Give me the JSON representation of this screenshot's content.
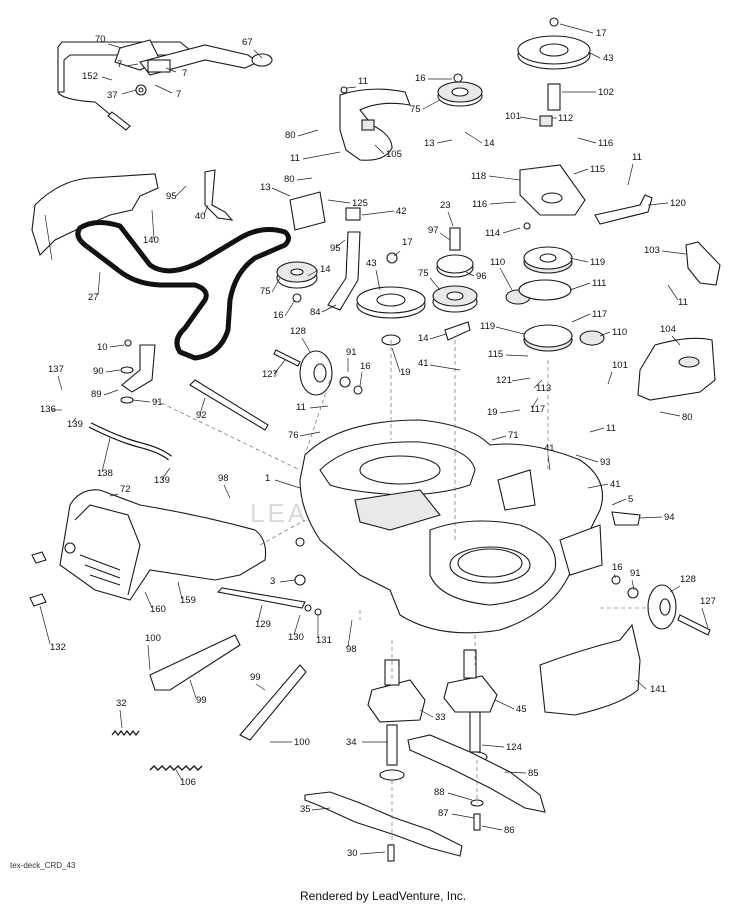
{
  "diagram": {
    "watermark": "LEADVENTURE",
    "drawing_code": "tex-deck_CRD_43",
    "credit": "Rendered by LeadVenture, Inc.",
    "callouts": [
      {
        "id": "c70",
        "label": "70"
      },
      {
        "id": "c67",
        "label": "67"
      },
      {
        "id": "c7a",
        "label": "7"
      },
      {
        "id": "c7b",
        "label": "7"
      },
      {
        "id": "c152",
        "label": "152"
      },
      {
        "id": "c37",
        "label": "37"
      },
      {
        "id": "c7c",
        "label": "7"
      },
      {
        "id": "c11a",
        "label": "11"
      },
      {
        "id": "c16a",
        "label": "16"
      },
      {
        "id": "c75a",
        "label": "75"
      },
      {
        "id": "c17a",
        "label": "17"
      },
      {
        "id": "c43a",
        "label": "43"
      },
      {
        "id": "c102",
        "label": "102"
      },
      {
        "id": "c101a",
        "label": "101"
      },
      {
        "id": "c112",
        "label": "112"
      },
      {
        "id": "c116a",
        "label": "116"
      },
      {
        "id": "c80a",
        "label": "80"
      },
      {
        "id": "c105",
        "label": "105"
      },
      {
        "id": "c11b",
        "label": "11"
      },
      {
        "id": "c14a",
        "label": "14"
      },
      {
        "id": "c13a",
        "label": "13"
      },
      {
        "id": "c118",
        "label": "118"
      },
      {
        "id": "c115a",
        "label": "115"
      },
      {
        "id": "c11c",
        "label": "11"
      },
      {
        "id": "c116b",
        "label": "116"
      },
      {
        "id": "c120",
        "label": "120"
      },
      {
        "id": "c95a",
        "label": "95"
      },
      {
        "id": "c80b",
        "label": "80"
      },
      {
        "id": "c13b",
        "label": "13"
      },
      {
        "id": "c125",
        "label": "125"
      },
      {
        "id": "c40",
        "label": "40"
      },
      {
        "id": "c42",
        "label": "42"
      },
      {
        "id": "c23",
        "label": "23"
      },
      {
        "id": "c114",
        "label": "114"
      },
      {
        "id": "c140",
        "label": "140"
      },
      {
        "id": "c95b",
        "label": "95"
      },
      {
        "id": "c17b",
        "label": "17"
      },
      {
        "id": "c97",
        "label": "97"
      },
      {
        "id": "c103",
        "label": "103"
      },
      {
        "id": "c27",
        "label": "27"
      },
      {
        "id": "c43b",
        "label": "43"
      },
      {
        "id": "c75b",
        "label": "75"
      },
      {
        "id": "c96",
        "label": "96"
      },
      {
        "id": "c110a",
        "label": "110"
      },
      {
        "id": "c119a",
        "label": "119"
      },
      {
        "id": "c14b",
        "label": "14"
      },
      {
        "id": "c75c",
        "label": "75"
      },
      {
        "id": "c111",
        "label": "111"
      },
      {
        "id": "c16b",
        "label": "16"
      },
      {
        "id": "c84",
        "label": "84"
      },
      {
        "id": "c117a",
        "label": "117"
      },
      {
        "id": "c11d",
        "label": "11"
      },
      {
        "id": "c128a",
        "label": "128"
      },
      {
        "id": "c14c",
        "label": "14"
      },
      {
        "id": "c119b",
        "label": "119"
      },
      {
        "id": "c110b",
        "label": "110"
      },
      {
        "id": "c104",
        "label": "104"
      },
      {
        "id": "c10",
        "label": "10"
      },
      {
        "id": "c91a",
        "label": "91"
      },
      {
        "id": "c115b",
        "label": "115"
      },
      {
        "id": "c41a",
        "label": "41"
      },
      {
        "id": "c137",
        "label": "137"
      },
      {
        "id": "c90",
        "label": "90"
      },
      {
        "id": "c127a",
        "label": "127"
      },
      {
        "id": "c16c",
        "label": "16"
      },
      {
        "id": "c19a",
        "label": "19"
      },
      {
        "id": "c101b",
        "label": "101"
      },
      {
        "id": "c89",
        "label": "89"
      },
      {
        "id": "c91b",
        "label": "91"
      },
      {
        "id": "c121",
        "label": "121"
      },
      {
        "id": "c113",
        "label": "113"
      },
      {
        "id": "c136",
        "label": "136"
      },
      {
        "id": "c92",
        "label": "92"
      },
      {
        "id": "c11e",
        "label": "11"
      },
      {
        "id": "c19b",
        "label": "19"
      },
      {
        "id": "c117b",
        "label": "117"
      },
      {
        "id": "c80c",
        "label": "80"
      },
      {
        "id": "c139a",
        "label": "139"
      },
      {
        "id": "c76",
        "label": "76"
      },
      {
        "id": "c71",
        "label": "71"
      },
      {
        "id": "c11f",
        "label": "11"
      },
      {
        "id": "c138",
        "label": "138"
      },
      {
        "id": "c41b",
        "label": "41"
      },
      {
        "id": "c93",
        "label": "93"
      },
      {
        "id": "c139b",
        "label": "139"
      },
      {
        "id": "c98a",
        "label": "98"
      },
      {
        "id": "c1",
        "label": "1"
      },
      {
        "id": "c41c",
        "label": "41"
      },
      {
        "id": "c72",
        "label": "72"
      },
      {
        "id": "c5",
        "label": "5"
      },
      {
        "id": "c94",
        "label": "94"
      },
      {
        "id": "c3",
        "label": "3"
      },
      {
        "id": "c16d",
        "label": "16"
      },
      {
        "id": "c91c",
        "label": "91"
      },
      {
        "id": "c128b",
        "label": "128"
      },
      {
        "id": "c160",
        "label": "160"
      },
      {
        "id": "c159",
        "label": "159"
      },
      {
        "id": "c127b",
        "label": "127"
      },
      {
        "id": "c129",
        "label": "129"
      },
      {
        "id": "c131",
        "label": "131"
      },
      {
        "id": "c130",
        "label": "130"
      },
      {
        "id": "c98b",
        "label": "98"
      },
      {
        "id": "c132",
        "label": "132"
      },
      {
        "id": "c141",
        "label": "141"
      },
      {
        "id": "c100a",
        "label": "100"
      },
      {
        "id": "c99a",
        "label": "99"
      },
      {
        "id": "c99b",
        "label": "99"
      },
      {
        "id": "c45",
        "label": "45"
      },
      {
        "id": "c33",
        "label": "33"
      },
      {
        "id": "c32",
        "label": "32"
      },
      {
        "id": "c100b",
        "label": "100"
      },
      {
        "id": "c34",
        "label": "34"
      },
      {
        "id": "c124",
        "label": "124"
      },
      {
        "id": "c106",
        "label": "106"
      },
      {
        "id": "c85",
        "label": "85"
      },
      {
        "id": "c88",
        "label": "88"
      },
      {
        "id": "c35",
        "label": "35"
      },
      {
        "id": "c87",
        "label": "87"
      },
      {
        "id": "c86",
        "label": "86"
      },
      {
        "id": "c30",
        "label": "30"
      }
    ]
  }
}
